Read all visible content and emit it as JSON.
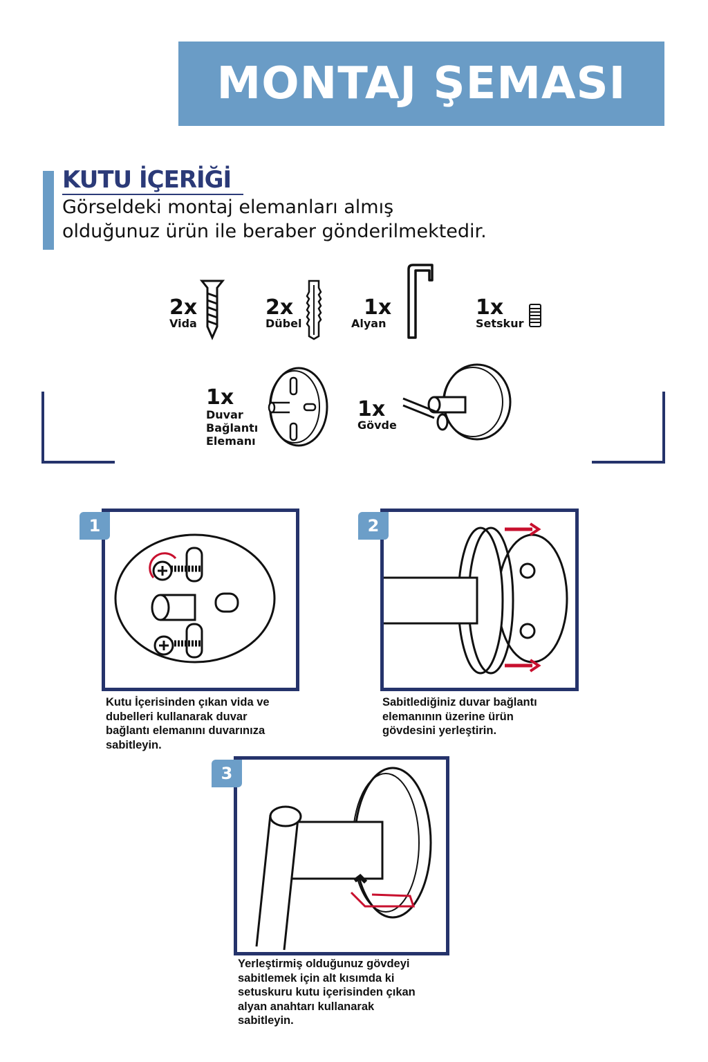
{
  "header": {
    "title": "MONTAJ ŞEMASI"
  },
  "box_contents": {
    "heading": "KUTU İÇERİĞİ",
    "line1": "Görseldeki montaj elemanları almış",
    "line2": "olduğunuz ürün ile beraber gönderilmektedir."
  },
  "parts": [
    {
      "qty": "2x",
      "label": "Vida",
      "icon": "screw-icon"
    },
    {
      "qty": "2x",
      "label": "Dübel",
      "icon": "wall-plug-icon"
    },
    {
      "qty": "1x",
      "label": "Alyan",
      "icon": "allen-key-icon"
    },
    {
      "qty": "1x",
      "label": "Setskur",
      "icon": "set-screw-icon"
    },
    {
      "qty": "1x",
      "label": "Duvar Bağlantı Elemanı",
      "label_lines": [
        "Duvar",
        "Bağlantı",
        "Elemanı"
      ],
      "icon": "wall-bracket-icon"
    },
    {
      "qty": "1x",
      "label": "Gövde",
      "icon": "body-icon"
    }
  ],
  "steps": [
    {
      "number": "1",
      "caption_lines": [
        "Kutu İçerisinden çıkan vida ve",
        "dubelleri kullanarak duvar",
        "bağlantı elemanını duvarınıza",
        "sabitleyin."
      ]
    },
    {
      "number": "2",
      "caption_lines": [
        "Sabitlediğiniz duvar bağlantı",
        "elemanının üzerine ürün",
        "gövdesini yerleştirin."
      ]
    },
    {
      "number": "3",
      "caption_lines": [
        "Yerleştirmiş olduğunuz gövdeyi",
        "sabitlemek için alt kısımda ki",
        "setuskuru kutu içerisinden çıkan",
        "alyan anahtarı kullanarak",
        "sabitleyin."
      ]
    }
  ],
  "colors": {
    "header": "#6a9cc6",
    "navy": "#25336b",
    "accent_red": "#c8102e"
  }
}
